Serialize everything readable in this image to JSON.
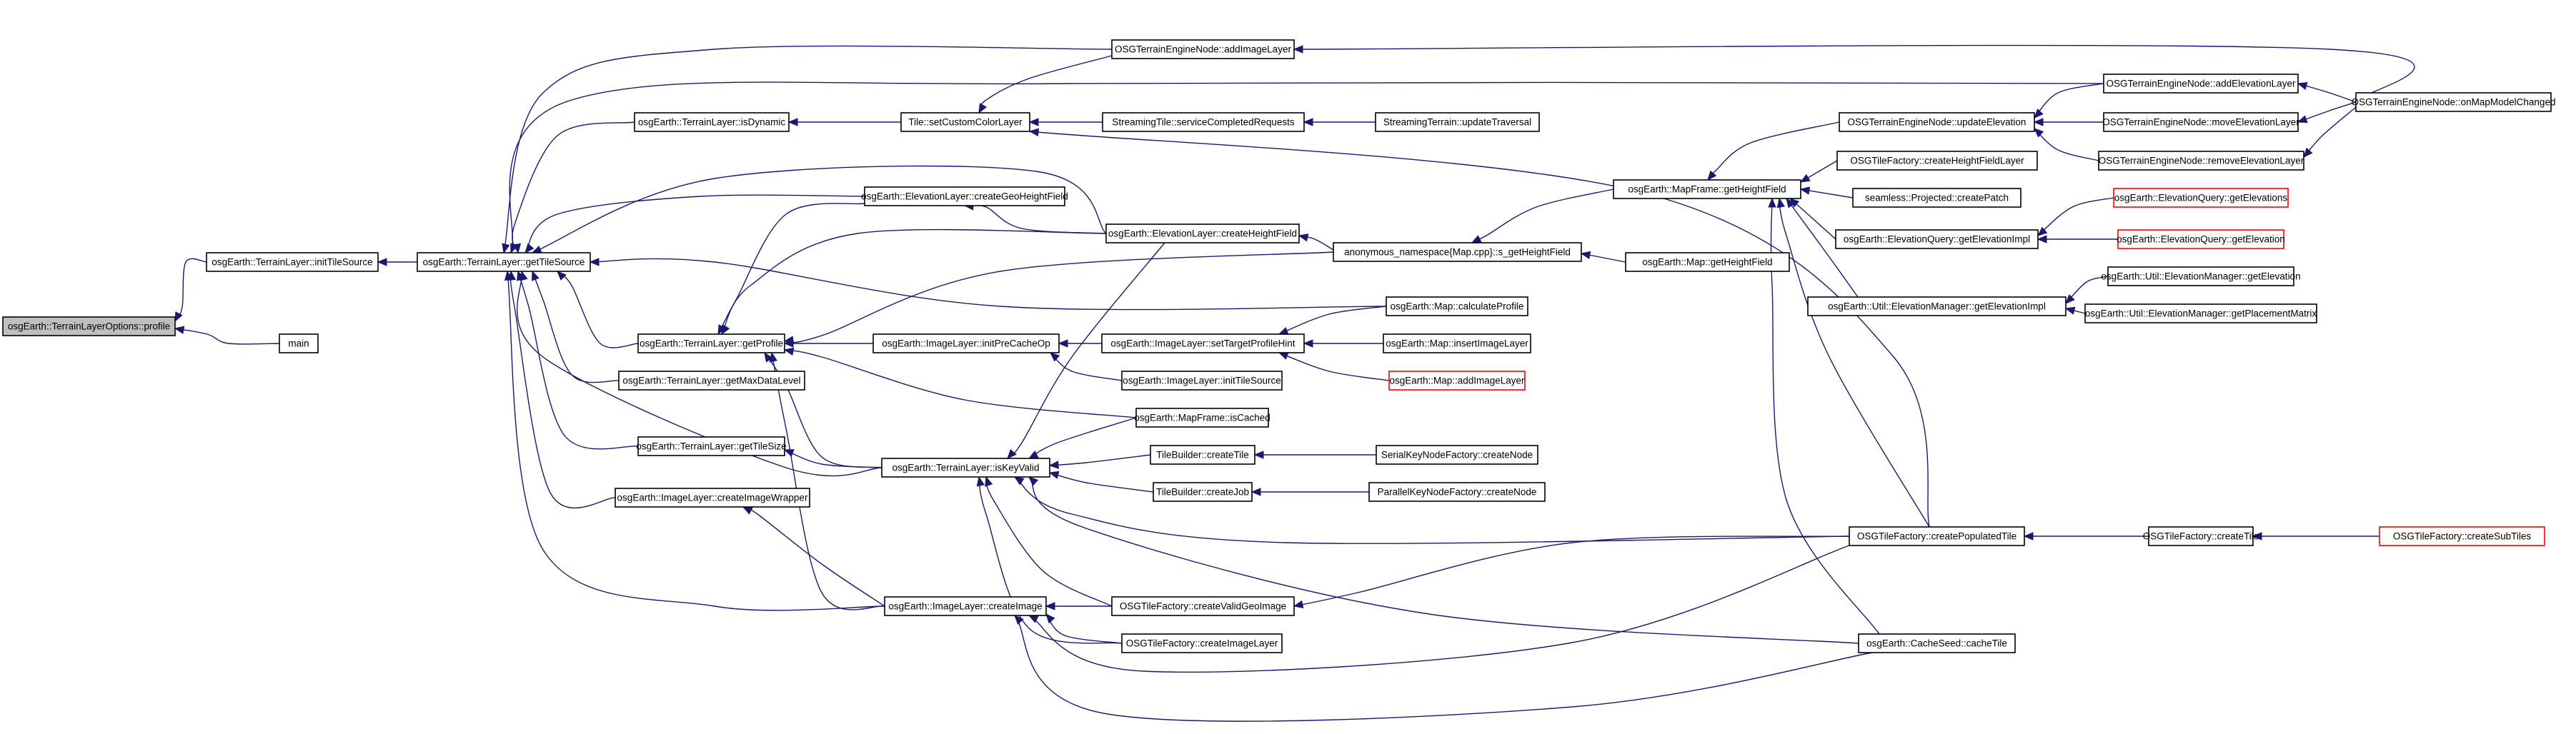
{
  "colors": {
    "edge": "#191970",
    "node_border": "#000000",
    "truncated_border": "#ff0000",
    "focus_fill": "#bfbfbf",
    "node_fill": "#ffffff"
  },
  "nodes": [
    {
      "id": "profile",
      "label": "osgEarth::TerrainLayerOptions::profile",
      "focus": true
    },
    {
      "id": "main",
      "label": "main"
    },
    {
      "id": "tl_initTileSource",
      "label": "osgEarth::TerrainLayer::initTileSource"
    },
    {
      "id": "tl_getTileSource",
      "label": "osgEarth::TerrainLayer::getTileSource"
    },
    {
      "id": "tl_isDynamic",
      "label": "osgEarth::TerrainLayer::isDynamic"
    },
    {
      "id": "el_createGeoHeightField",
      "label": "osgEarth::ElevationLayer::createGeoHeightField"
    },
    {
      "id": "tl_getProfile",
      "label": "osgEarth::TerrainLayer::getProfile"
    },
    {
      "id": "tl_getMaxDataLevel",
      "label": "osgEarth::TerrainLayer::getMaxDataLevel"
    },
    {
      "id": "tl_getTileSize",
      "label": "osgEarth::TerrainLayer::getTileSize"
    },
    {
      "id": "il_createImageWrapper",
      "label": "osgEarth::ImageLayer::createImageWrapper"
    },
    {
      "id": "tile_setCustomColorLayer",
      "label": "Tile::setCustomColorLayer"
    },
    {
      "id": "il_initPreCacheOp",
      "label": "osgEarth::ImageLayer::initPreCacheOp"
    },
    {
      "id": "tl_isKeyValid",
      "label": "osgEarth::TerrainLayer::isKeyValid"
    },
    {
      "id": "il_createImage",
      "label": "osgEarth::ImageLayer::createImage"
    },
    {
      "id": "oten_addImageLayer",
      "label": "OSGTerrainEngineNode::addImageLayer"
    },
    {
      "id": "st_serviceCompletedRequests",
      "label": "StreamingTile::serviceCompletedRequests"
    },
    {
      "id": "el_createHeightField",
      "label": "osgEarth::ElevationLayer::createHeightField"
    },
    {
      "id": "il_setTargetProfileHint",
      "label": "osgEarth::ImageLayer::setTargetProfileHint"
    },
    {
      "id": "il_initTileSource",
      "label": "osgEarth::ImageLayer::initTileSource"
    },
    {
      "id": "mf_isCached",
      "label": "osgEarth::MapFrame::isCached"
    },
    {
      "id": "tb_createTile",
      "label": "TileBuilder::createTile"
    },
    {
      "id": "tb_createJob",
      "label": "TileBuilder::createJob"
    },
    {
      "id": "otf_createValidGeoImage",
      "label": "OSGTileFactory::createValidGeoImage"
    },
    {
      "id": "otf_createImageLayer",
      "label": "OSGTileFactory::createImageLayer"
    },
    {
      "id": "st_updateTraversal",
      "label": "StreamingTerrain::updateTraversal"
    },
    {
      "id": "anon_getHeightField",
      "label": "anonymous_namespace{Map.cpp}::s_getHeightField"
    },
    {
      "id": "map_calculateProfile",
      "label": "osgEarth::Map::calculateProfile"
    },
    {
      "id": "map_insertImageLayer",
      "label": "osgEarth::Map::insertImageLayer"
    },
    {
      "id": "map_addImageLayer",
      "label": "osgEarth::Map::addImageLayer",
      "truncated": true
    },
    {
      "id": "skn_createNode",
      "label": "SerialKeyNodeFactory::createNode"
    },
    {
      "id": "pkn_createNode",
      "label": "ParallelKeyNodeFactory::createNode"
    },
    {
      "id": "mf_getHeightField",
      "label": "osgEarth::MapFrame::getHeightField"
    },
    {
      "id": "map_getHeightField",
      "label": "osgEarth::Map::getHeightField"
    },
    {
      "id": "oten_updateElevation",
      "label": "OSGTerrainEngineNode::updateElevation"
    },
    {
      "id": "otf_createHeightFieldLayer",
      "label": "OSGTileFactory::createHeightFieldLayer"
    },
    {
      "id": "seamless_createPatch",
      "label": "seamless::Projected::createPatch"
    },
    {
      "id": "eq_getElevationImpl",
      "label": "osgEarth::ElevationQuery::getElevationImpl"
    },
    {
      "id": "em_getElevationImpl",
      "label": "osgEarth::Util::ElevationManager::getElevationImpl"
    },
    {
      "id": "otf_createPopulatedTile",
      "label": "OSGTileFactory::createPopulatedTile"
    },
    {
      "id": "cs_cacheTile",
      "label": "osgEarth::CacheSeed::cacheTile"
    },
    {
      "id": "oten_addElevationLayer",
      "label": "OSGTerrainEngineNode::addElevationLayer"
    },
    {
      "id": "oten_moveElevationLayer",
      "label": "OSGTerrainEngineNode::moveElevationLayer"
    },
    {
      "id": "oten_removeElevationLayer",
      "label": "OSGTerrainEngineNode::removeElevationLayer"
    },
    {
      "id": "eq_getElevations",
      "label": "osgEarth::ElevationQuery::getElevations",
      "truncated": true
    },
    {
      "id": "eq_getElevation",
      "label": "osgEarth::ElevationQuery::getElevation",
      "truncated": true
    },
    {
      "id": "em_getElevation",
      "label": "osgEarth::Util::ElevationManager::getElevation"
    },
    {
      "id": "em_getPlacementMatrix",
      "label": "osgEarth::Util::ElevationManager::getPlacementMatrix"
    },
    {
      "id": "otf_createTile",
      "label": "OSGTileFactory::createTile"
    },
    {
      "id": "oten_onMapModelChanged",
      "label": "OSGTerrainEngineNode::onMapModelChanged"
    },
    {
      "id": "otf_createSubTiles",
      "label": "OSGTileFactory::createSubTiles",
      "truncated": true
    }
  ],
  "edges": [
    [
      "main",
      "profile"
    ],
    [
      "tl_initTileSource",
      "profile"
    ],
    [
      "tl_getTileSource",
      "tl_initTileSource"
    ],
    [
      "tl_isDynamic",
      "tl_getTileSource"
    ],
    [
      "el_createGeoHeightField",
      "tl_getTileSource"
    ],
    [
      "tl_getProfile",
      "tl_getTileSource"
    ],
    [
      "tl_getMaxDataLevel",
      "tl_getTileSource"
    ],
    [
      "tl_getTileSize",
      "tl_getTileSource"
    ],
    [
      "il_createImageWrapper",
      "tl_getTileSource"
    ],
    [
      "il_createImage",
      "tl_getTileSource"
    ],
    [
      "tl_isKeyValid",
      "tl_getTileSource"
    ],
    [
      "oten_addImageLayer",
      "tl_getTileSource"
    ],
    [
      "oten_addElevationLayer",
      "tl_getTileSource"
    ],
    [
      "el_createHeightField",
      "tl_getTileSource"
    ],
    [
      "map_calculateProfile",
      "tl_getTileSource"
    ],
    [
      "tile_setCustomColorLayer",
      "tl_isDynamic"
    ],
    [
      "el_createHeightField",
      "el_createGeoHeightField"
    ],
    [
      "el_createGeoHeightField",
      "tl_getProfile"
    ],
    [
      "el_createHeightField",
      "tl_getProfile"
    ],
    [
      "anon_getHeightField",
      "tl_getProfile"
    ],
    [
      "il_initPreCacheOp",
      "tl_getProfile"
    ],
    [
      "tl_isKeyValid",
      "tl_getProfile"
    ],
    [
      "il_createImage",
      "tl_getProfile"
    ],
    [
      "mf_isCached",
      "tl_getProfile"
    ],
    [
      "tl_isKeyValid",
      "tl_getTileSize"
    ],
    [
      "il_createImage",
      "il_createImageWrapper"
    ],
    [
      "oten_addImageLayer",
      "tile_setCustomColorLayer"
    ],
    [
      "st_serviceCompletedRequests",
      "tile_setCustomColorLayer"
    ],
    [
      "otf_createPopulatedTile",
      "tile_setCustomColorLayer"
    ],
    [
      "il_setTargetProfileHint",
      "il_initPreCacheOp"
    ],
    [
      "il_initTileSource",
      "il_initPreCacheOp"
    ],
    [
      "mf_isCached",
      "tl_isKeyValid"
    ],
    [
      "tb_createTile",
      "tl_isKeyValid"
    ],
    [
      "tb_createJob",
      "tl_isKeyValid"
    ],
    [
      "otf_createPopulatedTile",
      "tl_isKeyValid"
    ],
    [
      "otf_createValidGeoImage",
      "tl_isKeyValid"
    ],
    [
      "otf_createImageLayer",
      "tl_isKeyValid"
    ],
    [
      "cs_cacheTile",
      "tl_isKeyValid"
    ],
    [
      "el_createHeightField",
      "tl_isKeyValid"
    ],
    [
      "otf_createValidGeoImage",
      "il_createImage"
    ],
    [
      "otf_createImageLayer",
      "il_createImage"
    ],
    [
      "otf_createPopulatedTile",
      "il_createImage"
    ],
    [
      "cs_cacheTile",
      "il_createImage"
    ],
    [
      "oten_onMapModelChanged",
      "oten_addImageLayer"
    ],
    [
      "st_updateTraversal",
      "st_serviceCompletedRequests"
    ],
    [
      "anon_getHeightField",
      "el_createHeightField"
    ],
    [
      "map_calculateProfile",
      "il_setTargetProfileHint"
    ],
    [
      "map_insertImageLayer",
      "il_setTargetProfileHint"
    ],
    [
      "map_addImageLayer",
      "il_setTargetProfileHint"
    ],
    [
      "skn_createNode",
      "tb_createTile"
    ],
    [
      "pkn_createNode",
      "tb_createJob"
    ],
    [
      "otf_createPopulatedTile",
      "otf_createValidGeoImage"
    ],
    [
      "mf_getHeightField",
      "anon_getHeightField"
    ],
    [
      "map_getHeightField",
      "anon_getHeightField"
    ],
    [
      "oten_updateElevation",
      "mf_getHeightField"
    ],
    [
      "otf_createHeightFieldLayer",
      "mf_getHeightField"
    ],
    [
      "seamless_createPatch",
      "mf_getHeightField"
    ],
    [
      "eq_getElevationImpl",
      "mf_getHeightField"
    ],
    [
      "em_getElevationImpl",
      "mf_getHeightField"
    ],
    [
      "otf_createPopulatedTile",
      "mf_getHeightField"
    ],
    [
      "cs_cacheTile",
      "mf_getHeightField"
    ],
    [
      "oten_addElevationLayer",
      "oten_updateElevation"
    ],
    [
      "oten_moveElevationLayer",
      "oten_updateElevation"
    ],
    [
      "oten_removeElevationLayer",
      "oten_updateElevation"
    ],
    [
      "eq_getElevations",
      "eq_getElevationImpl"
    ],
    [
      "eq_getElevation",
      "eq_getElevationImpl"
    ],
    [
      "em_getElevation",
      "em_getElevationImpl"
    ],
    [
      "em_getPlacementMatrix",
      "em_getElevationImpl"
    ],
    [
      "otf_createTile",
      "otf_createPopulatedTile"
    ],
    [
      "oten_onMapModelChanged",
      "oten_addElevationLayer"
    ],
    [
      "oten_onMapModelChanged",
      "oten_moveElevationLayer"
    ],
    [
      "oten_onMapModelChanged",
      "oten_removeElevationLayer"
    ],
    [
      "otf_createSubTiles",
      "otf_createTile"
    ]
  ]
}
